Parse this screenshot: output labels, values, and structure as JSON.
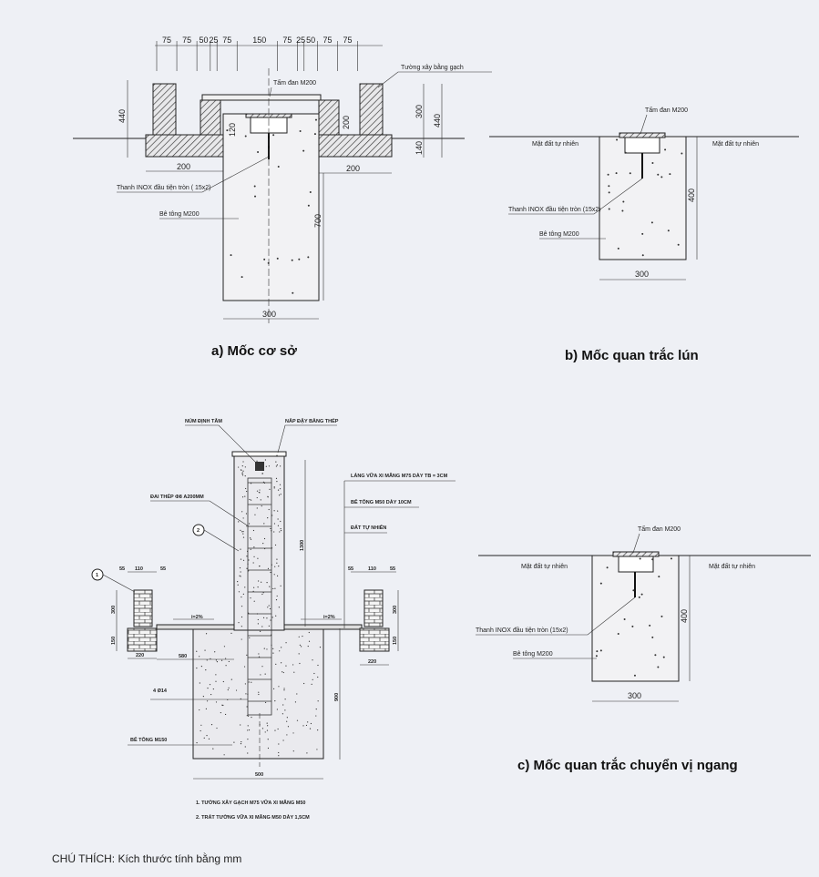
{
  "panel_a": {
    "title": "a) Mốc cơ sở",
    "top_dims": [
      "75",
      "75",
      "50",
      "25",
      "75",
      "150",
      "75",
      "25",
      "50",
      "75",
      "75"
    ],
    "label_wall": "Tường xây bằng gạch",
    "label_slab": "Tấm đan M200",
    "label_rod": "Thanh INOX đầu tiện tròn ( 15x2)",
    "label_concrete": "Bê tông M200",
    "dim_left_height": "440",
    "dim_inner_left": "120",
    "dim_inner_right": "200",
    "dim_right_300": "300",
    "dim_right_440": "440",
    "dim_right_140": "140",
    "dim_footing_left": "200",
    "dim_footing_right": "200",
    "dim_depth": "700",
    "dim_width": "300"
  },
  "panel_b": {
    "title": "b) Mốc quan trắc lún",
    "label_slab": "Tấm đan M200",
    "label_ground_left": "Mặt đất tự nhiên",
    "label_ground_right": "Mặt đất tự nhiên",
    "label_rod": "Thanh INOX đầu tiện tròn (15x2)",
    "label_concrete": "Bê tông M200",
    "dim_depth": "400",
    "dim_width": "300"
  },
  "panel_c": {
    "title": "c) Mốc quan trắc chuyển vị ngang",
    "label_slab": "Tấm đan M200",
    "label_ground_left": "Mặt đất tự nhiên",
    "label_ground_right": "Mặt đất tự nhiên",
    "label_rod": "Thanh INOX đầu tiện tròn (15x2)",
    "label_concrete": "Bê tông M200",
    "dim_depth": "400",
    "dim_width": "300"
  },
  "panel_d": {
    "label_center_pin": "NÚM ĐỊNH TÂM",
    "label_steel_cover": "NẮP ĐẬY BẰNG THÉP",
    "label_stirrup": "ĐAI THÉP Ф8 A200MM",
    "label_mortar": "LÁNG VỮA XI MĂNG M75 DÀY TB = 3CM",
    "label_concrete_m50": "BÊ TÔNG M50 DÀY 10CM",
    "label_natural_soil": "ĐẤT TỰ NHIÊN",
    "label_rebar": "4 Ø14",
    "label_concrete_m150": "BÊ TÔNG M150",
    "callout_1": "1",
    "callout_2": "2",
    "dim_pillar_height": "1300",
    "dim_base_depth": "900",
    "dim_base_width": "500",
    "dim_580": "580",
    "dims_brick_top_left": [
      "55",
      "110",
      "55"
    ],
    "dims_brick_top_right": [
      "55",
      "110",
      "55"
    ],
    "dim_brick_h": "300",
    "dim_brick_base_h": "150",
    "dim_brick_w_left": "220",
    "dim_brick_w_right": "220",
    "slope_left": "i=2%",
    "slope_right": "i=2%",
    "notes": [
      "1. TƯỜNG XÂY GẠCH M75 VỮA XI MĂNG M50",
      "2. TRÁT TƯỜNG VỮA XI MĂNG M50 DÀY 1,5CM"
    ]
  },
  "footer": "CHÚ THÍCH: Kích thước tính bằng mm"
}
